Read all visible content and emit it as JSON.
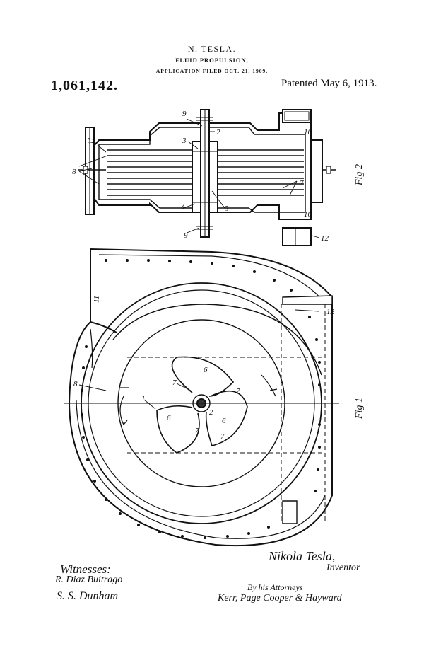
{
  "header": {
    "inventor": "N. TESLA.",
    "title": "FLUID PROPULSION,",
    "application": "APPLICATION FILED OCT. 21, 1909.",
    "patent_number": "1,061,142.",
    "patented": "Patented May 6, 1913."
  },
  "figures": {
    "fig2_label": "Fig 2",
    "fig1_label": "Fig 1",
    "fig2_refs": [
      "9",
      "2",
      "3",
      "11",
      "8",
      "4",
      "5",
      "10",
      "12",
      "9",
      "10",
      "7"
    ],
    "fig1_refs": [
      "11",
      "12",
      "8",
      "1",
      "6",
      "7",
      "2",
      "7",
      "6",
      "7",
      "6",
      "7"
    ]
  },
  "signatures": {
    "witnesses_label": "Witnesses:",
    "witness1": "R. Diaz Buitrago",
    "witness2": "S. S. Dunham",
    "inventor_signature": "Nikola Tesla,",
    "inventor_label": "Inventor",
    "attorneys_label": "By his Attorneys",
    "attorneys_signature": "Kerr, Page Cooper & Hayward"
  }
}
